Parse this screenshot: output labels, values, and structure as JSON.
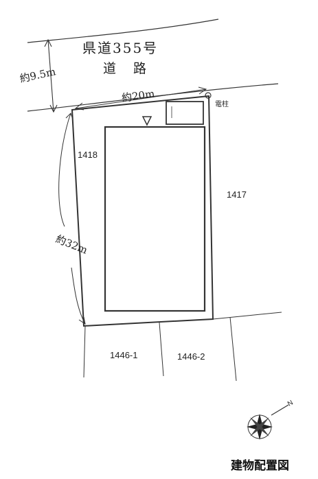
{
  "road": {
    "name": "県道355号",
    "type": "道　路",
    "width": "約9.5m",
    "frontage": "約20m"
  },
  "site": {
    "depth": "約32m"
  },
  "labels": {
    "utility_pole": "電柱",
    "lot_west": "1418",
    "lot_east": "1417",
    "lot_south_1": "1446-1",
    "lot_south_2": "1446-2",
    "compass_n": "N"
  },
  "title": "建物配置図",
  "icons": {
    "entrance": "triangle-down-icon",
    "pole": "utility-pole-icon",
    "compass": "compass-rose-icon"
  }
}
